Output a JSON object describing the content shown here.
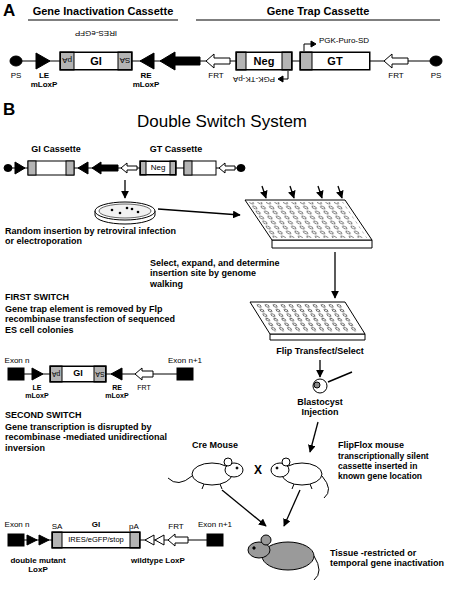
{
  "diagram": {
    "nodes": [
      {
        "text": [
          "GI"
        ]
      },
      {
        "text": [
          "Neg"
        ]
      },
      {
        "text": [
          "GT"
        ]
      },
      {
        "text": [
          "Neg"
        ]
      },
      {
        "text": [
          "GI"
        ]
      },
      {
        "text": [
          "GI",
          "IRES/eGFP/stop"
        ]
      }
    ],
    "labels": [
      "A",
      "Gene Inactivation Cassette",
      "Gene Trap Cassette",
      "IRES-eGFP",
      "PGK-Puro-SD",
      "PS",
      "LE mLoxP",
      "pA",
      "SA",
      "RE mLoxP",
      "FRT",
      "PGK-TK-pA",
      "FRT",
      "PS",
      "B",
      "Double Switch System",
      "GI Cassette",
      "GT Cassette",
      "Random insertion by retroviral infection or electroporation",
      "Select, expand, and determine insertion site by genome walking",
      "FIRST SWITCH",
      "Gene trap element is removed by Flp recombinase transfection of sequenced ES cell colonies",
      "Flip Transfect/Select",
      "Exon n",
      "pA",
      "SA",
      "LE mLoxP",
      "RE mLoxP",
      "FRT",
      "Exon n+1",
      "Blastocyst Injection",
      "SECOND SWITCH",
      "Gene transcription is disrupted by recombinase -mediated unidirectional inversion",
      "Cre Mouse",
      "X",
      "FlipFlox mouse",
      "transcriptionally silent cassette inserted in known gene location",
      "Exon n",
      "SA",
      "pA",
      "FRT",
      "Exon n+1",
      "double mutant LoxP",
      "wildtype LoxP",
      "Tissue -restricted or temporal gene inactivation"
    ]
  }
}
